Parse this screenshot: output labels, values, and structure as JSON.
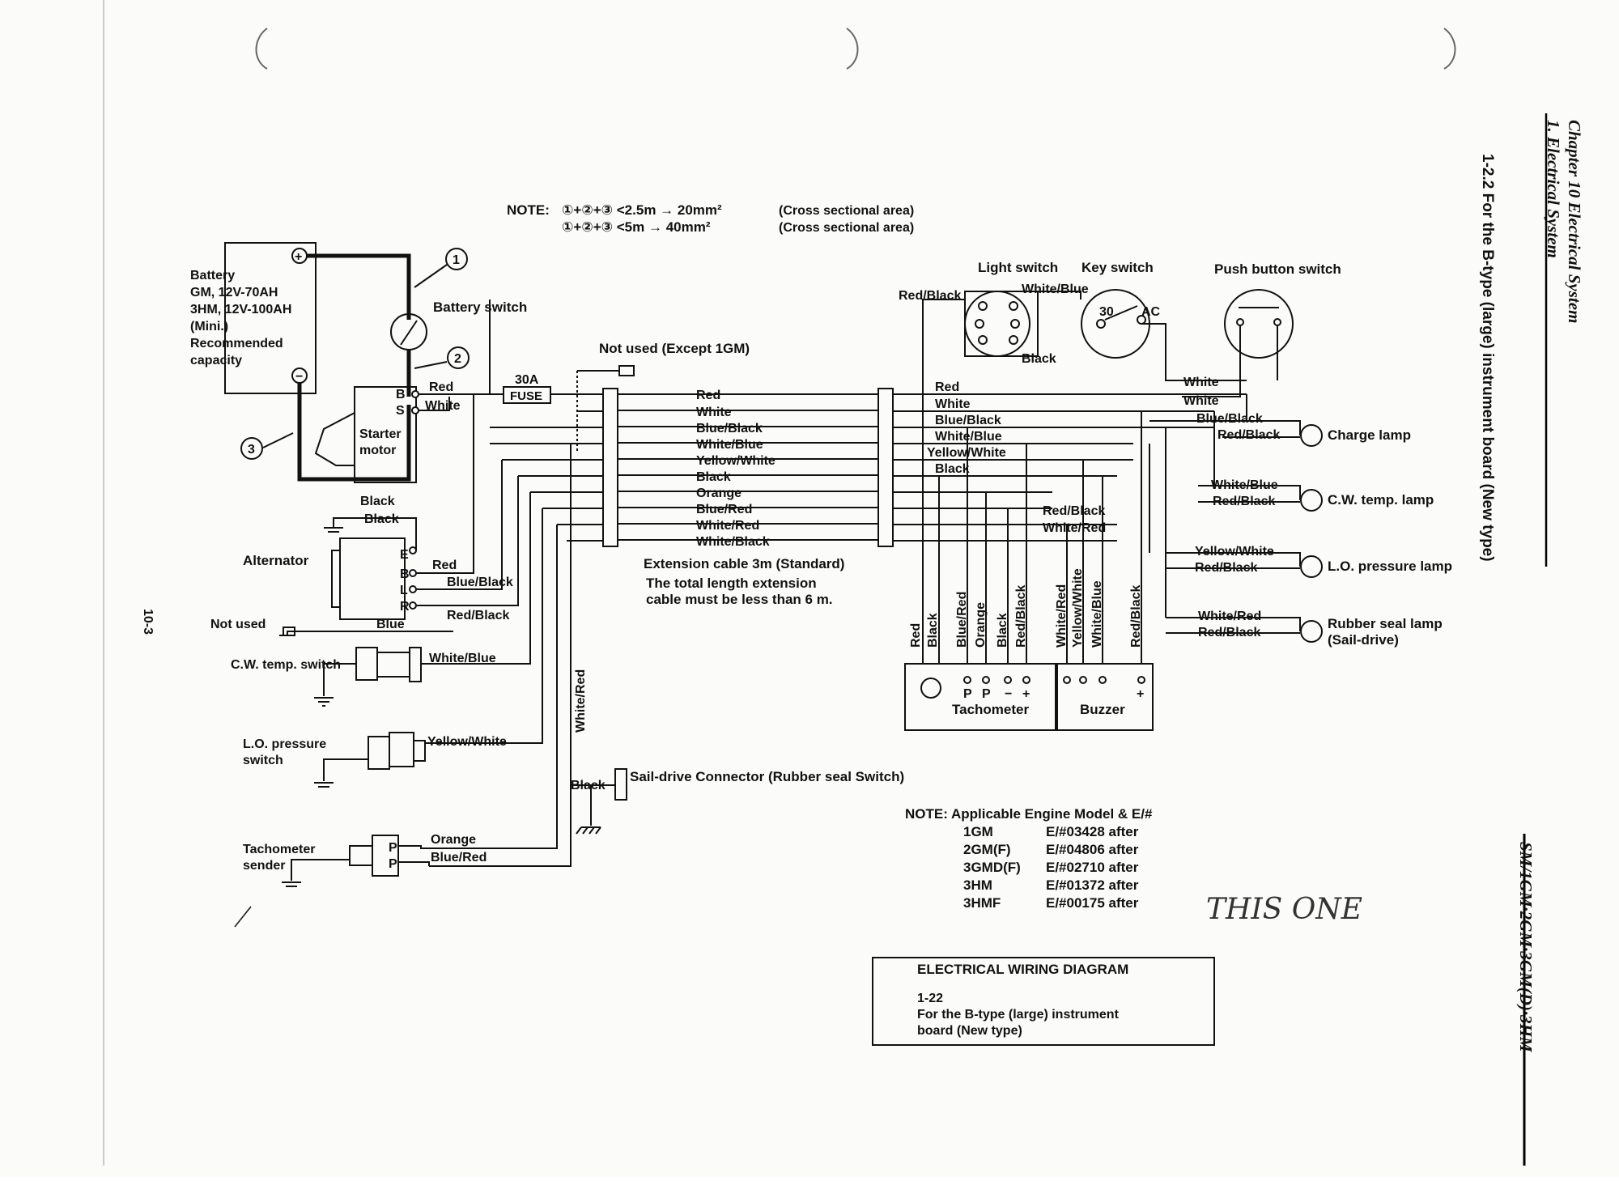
{
  "header": {
    "chapter": "Chapter 10 Electrical System",
    "section": "1. Electrical System",
    "subsection": "1-2.2 For the B-type (large) instrument board (New type)",
    "models": "SM/1GM·2GM·3GM(D)·3HM",
    "page_number": "10-3"
  },
  "notes": {
    "prefix": "NOTE:",
    "line1": "①+②+③ <2.5m → 20mm²",
    "line1_suffix": "(Cross sectional area)",
    "line2": "①+②+③ <5m → 40mm²",
    "line2_suffix": "(Cross sectional area)",
    "markers": [
      "1",
      "2",
      "3"
    ]
  },
  "components": {
    "battery": [
      "Battery",
      "GM, 12V-70AH",
      "3HM, 12V-100AH",
      "(Mini.)",
      "Recommended",
      "capacity"
    ],
    "battery_plus": "+",
    "battery_minus": "−",
    "battery_switch": "Battery switch",
    "starter_motor": [
      "Starter",
      "motor"
    ],
    "starter_terminals": [
      "B",
      "S"
    ],
    "fuse_rating": "30A",
    "fuse": "FUSE",
    "not_used_except": "Not used (Except 1GM)",
    "alternator": "Alternator",
    "alternator_terminals": [
      "E",
      "B",
      "L",
      "R"
    ],
    "not_used": "Not used",
    "cw_temp_switch": "C.W. temp. switch",
    "lo_pressure_switch": [
      "L.O. pressure",
      "switch"
    ],
    "tachometer_sender": [
      "Tachometer",
      "sender"
    ],
    "sender_terminals": [
      "P",
      "P"
    ],
    "sail_drive_connector": "Sail-drive Connector (Rubber seal Switch)",
    "light_switch": "Light switch",
    "key_switch": "Key switch",
    "key_switch_terminals": [
      "30",
      "AC"
    ],
    "push_button_switch": "Push button switch",
    "tachometer": "Tachometer",
    "tachometer_terminals": [
      "P",
      "P",
      "−",
      "+"
    ],
    "buzzer": "Buzzer",
    "buzzer_terminal": "+"
  },
  "wires": {
    "left_side": [
      "Red",
      "White",
      "Black",
      "Black",
      "Red",
      "Blue/Black",
      "Red/Black",
      "Blue",
      "White/Blue",
      "Yellow/White",
      "Orange",
      "Blue/Red",
      "White/Red",
      "Black"
    ],
    "harness": [
      "Red",
      "White",
      "Blue/Black",
      "White/Blue",
      "Yellow/White",
      "Black",
      "Orange",
      "Blue/Red",
      "White/Red",
      "White/Black"
    ],
    "panel_in": [
      "Red",
      "White",
      "Blue/Black",
      "White/Blue",
      "Yellow/White",
      "Black"
    ],
    "panel_top": [
      "Red/Black",
      "White/Blue",
      "Black"
    ],
    "panel_mid": [
      "Red/Black",
      "White/Red"
    ],
    "push_button": [
      "White",
      "White"
    ],
    "vertical_tach": [
      "Red",
      "Black",
      "Blue/Red",
      "Orange",
      "Black",
      "Red/Black"
    ],
    "vertical_buzzer": [
      "White/Red",
      "Yellow/White",
      "White/Blue",
      "Red/Black"
    ]
  },
  "extension": {
    "label": "Extension cable 3m (Standard)",
    "note1": "The total length extension",
    "note2": "cable must be less than 6 m."
  },
  "lamps": [
    {
      "wires": [
        "Blue/Black",
        "Red/Black"
      ],
      "label": "Charge lamp"
    },
    {
      "wires": [
        "White/Blue",
        "Red/Black"
      ],
      "label": "C.W. temp. lamp"
    },
    {
      "wires": [
        "Yellow/White",
        "Red/Black"
      ],
      "label": "L.O. pressure lamp"
    },
    {
      "wires": [
        "White/Red",
        "Red/Black"
      ],
      "label": "Rubber seal lamp",
      "label2": "(Sail-drive)"
    }
  ],
  "applicable": {
    "title": "NOTE:  Applicable Engine Model & E/#",
    "rows": [
      {
        "model": "1GM",
        "serial": "E/#03428 after"
      },
      {
        "model": "2GM(F)",
        "serial": "E/#04806 after"
      },
      {
        "model": "3GMD(F)",
        "serial": "E/#02710 after"
      },
      {
        "model": "3HM",
        "serial": "E/#01372 after"
      },
      {
        "model": "3HMF",
        "serial": "E/#00175 after"
      }
    ]
  },
  "caption": {
    "title": "ELECTRICAL WIRING DIAGRAM",
    "number": "1-22",
    "line1": "For the B-type (large) instrument",
    "line2": "board (New type)"
  },
  "handwritten": "THIS ONE"
}
